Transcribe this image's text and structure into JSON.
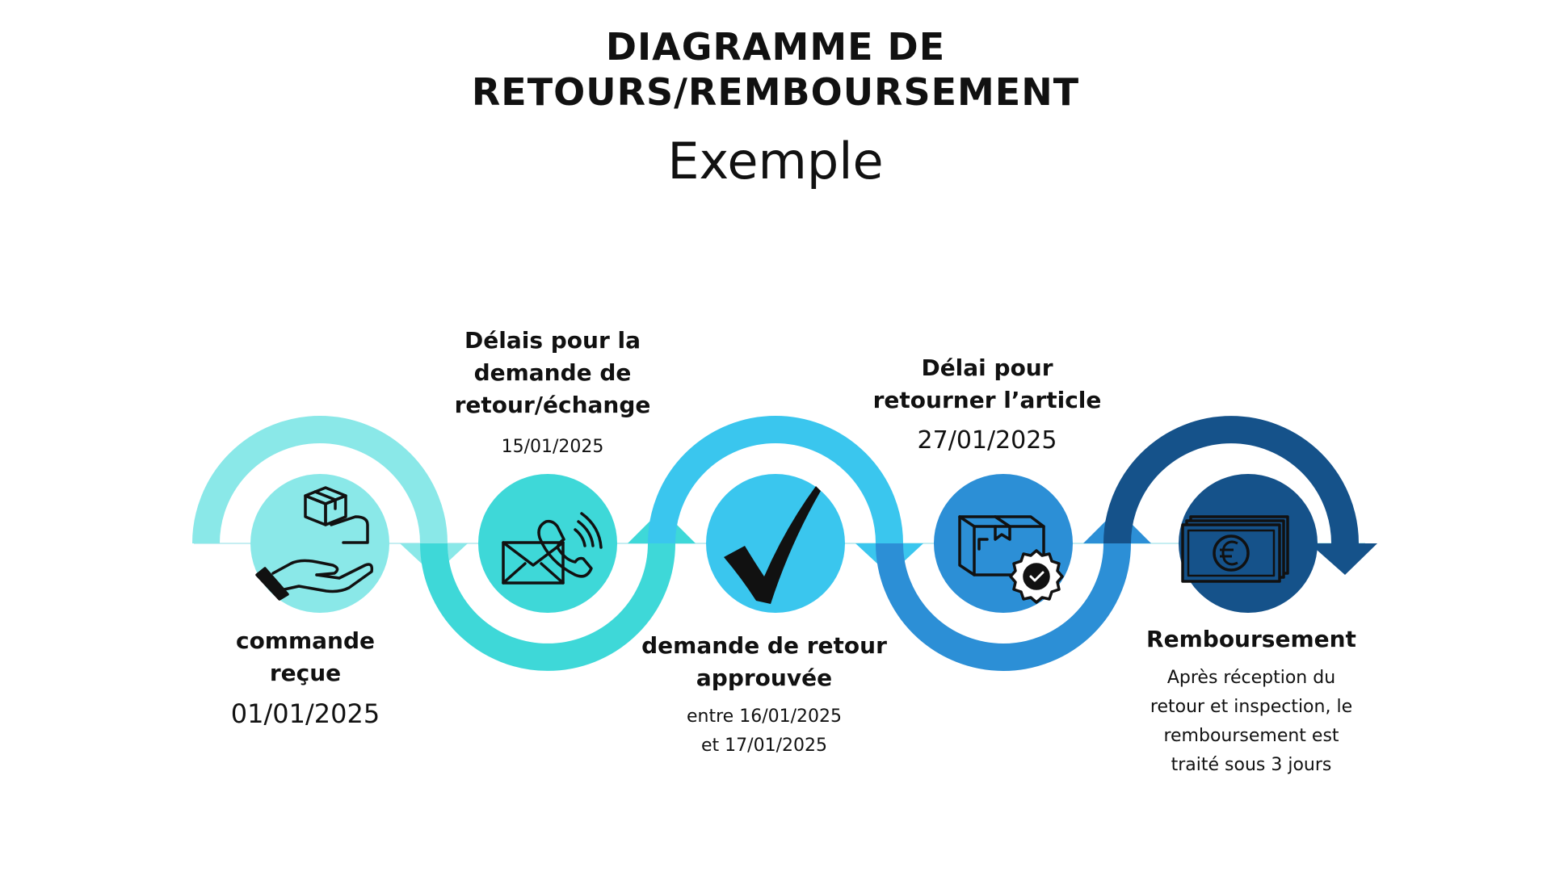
{
  "title": {
    "line1": "DIAGRAMME DE",
    "line2": "RETOURS/REMBOURSEMENT"
  },
  "subtitle": "Exemple",
  "colors": {
    "step1": "#8ae8e8",
    "step2": "#3ed8d8",
    "step3": "#3ac6ee",
    "step4": "#2c8fd6",
    "step5": "#15528a",
    "icon": "#111111"
  },
  "steps": [
    {
      "title_lines": [
        "commande",
        "reçue"
      ],
      "date": "01/01/2025",
      "icon": "hand-receiving-package-icon"
    },
    {
      "title_lines": [
        "Délais pour la",
        "demande de",
        "retour/échange"
      ],
      "date": "15/01/2025",
      "icon": "envelope-phone-icon"
    },
    {
      "title_lines": [
        "demande de retour",
        "approuvée"
      ],
      "date_lines": [
        "entre 16/01/2025",
        "et 17/01/2025"
      ],
      "icon": "checkmark-icon"
    },
    {
      "title_lines": [
        "Délai pour",
        "retourner l’article"
      ],
      "date": "27/01/2025",
      "icon": "package-verified-icon"
    },
    {
      "title_lines": [
        "Remboursement"
      ],
      "desc_lines": [
        "Après réception du",
        "retour et inspection, le",
        "remboursement est",
        "traité sous 3 jours"
      ],
      "icon": "euro-banknotes-icon"
    }
  ]
}
